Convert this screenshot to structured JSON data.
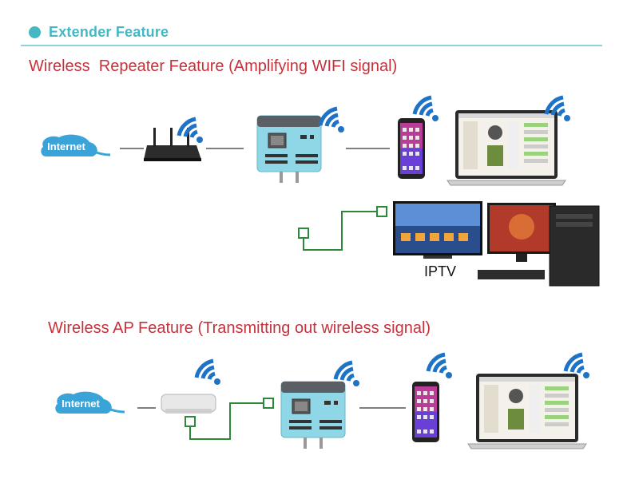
{
  "header": {
    "title": "Extender Feature",
    "accent": "#45b8c4"
  },
  "sections": [
    {
      "title": "Wireless  Repeater Feature (Amplifying WIFI signal)"
    },
    {
      "title": "Wireless AP Feature (Transmitting out wireless signal)"
    }
  ],
  "labels": {
    "internet": "Internet",
    "iptv": "IPTV"
  },
  "colors": {
    "section_title": "#c4323c",
    "wifi": "#1f73c6",
    "cable": "#2a8a3a",
    "line": "#555555",
    "device": "#8fd6e6"
  }
}
